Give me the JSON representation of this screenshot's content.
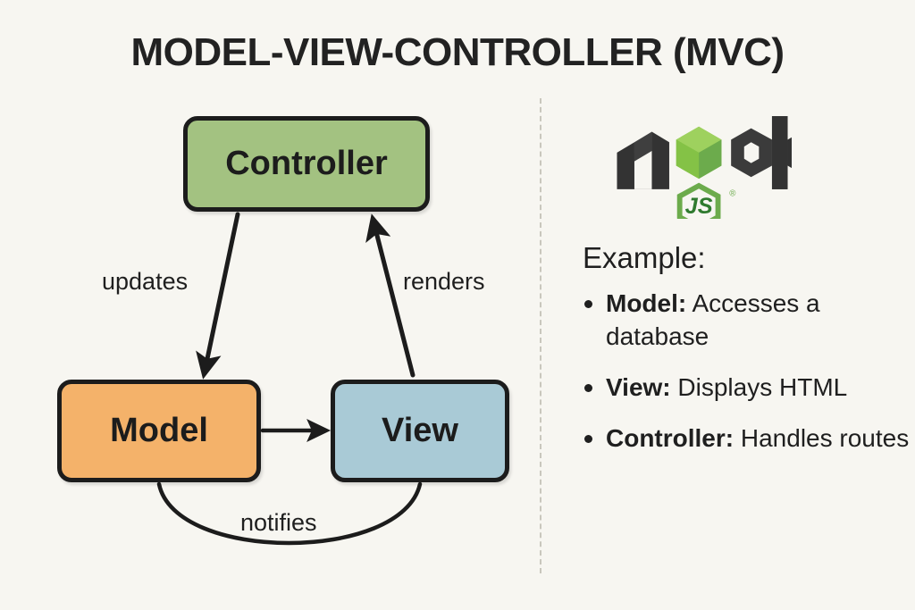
{
  "title": "MODEL-VIEW-CONTROLLER (MVC)",
  "colors": {
    "background": "#f7f6f1",
    "stroke": "#1c1c1c",
    "controller_fill": "#a3c281",
    "model_fill": "#f4b26a",
    "view_fill": "#a9cad6",
    "divider": "#c9c7bd",
    "node_dark": "#333333",
    "node_green": "#6cab4c",
    "node_green_light": "#8cc84b"
  },
  "diagram": {
    "nodes": [
      {
        "id": "controller",
        "label": "Controller"
      },
      {
        "id": "model",
        "label": "Model"
      },
      {
        "id": "view",
        "label": "View"
      }
    ],
    "edges": [
      {
        "from": "controller",
        "to": "model",
        "label": "updates"
      },
      {
        "from": "view",
        "to": "controller",
        "label": "renders"
      },
      {
        "from": "model",
        "to": "view",
        "label": ""
      },
      {
        "from": "model",
        "to": "view",
        "label": "notifies"
      }
    ]
  },
  "right_panel": {
    "logo": {
      "name": "nodejs-logo",
      "wordmark": "node",
      "badge": "JS",
      "trademark": "®"
    },
    "heading": "Example:",
    "bullets": [
      {
        "term": "Model:",
        "text": " Accesses a database"
      },
      {
        "term": "View:",
        "text": " Displays HTML"
      },
      {
        "term": "Controller:",
        "text": " Handles routes"
      }
    ]
  }
}
